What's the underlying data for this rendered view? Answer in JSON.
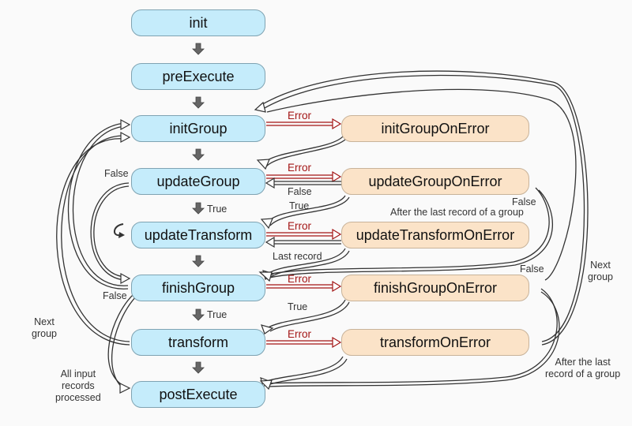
{
  "nodes": {
    "init": "init",
    "preExecute": "preExecute",
    "initGroup": "initGroup",
    "updateGroup": "updateGroup",
    "updateTransform": "updateTransform",
    "finishGroup": "finishGroup",
    "transform": "transform",
    "postExecute": "postExecute",
    "initGroupOnError": "initGroupOnError",
    "updateGroupOnError": "updateGroupOnError",
    "updateTransformOnError": "updateTransformOnError",
    "finishGroupOnError": "finishGroupOnError",
    "transformOnError": "transformOnError"
  },
  "labels": {
    "error": "Error",
    "true": "True",
    "false": "False",
    "last_record": "Last record",
    "after_last_record_of_group": "After the last record of a group",
    "after_last_record_line1": "After the last",
    "after_last_record_line2": "record of a group",
    "next_group_line1": "Next",
    "next_group_line2": "group",
    "all_input_line1": "All input",
    "all_input_line2": "records",
    "all_input_line3": "processed"
  },
  "colors": {
    "main_fill": "#c5ecfb",
    "error_fill": "#fbe3c8",
    "error_arrow": "#a31515",
    "wire": "#333333"
  }
}
